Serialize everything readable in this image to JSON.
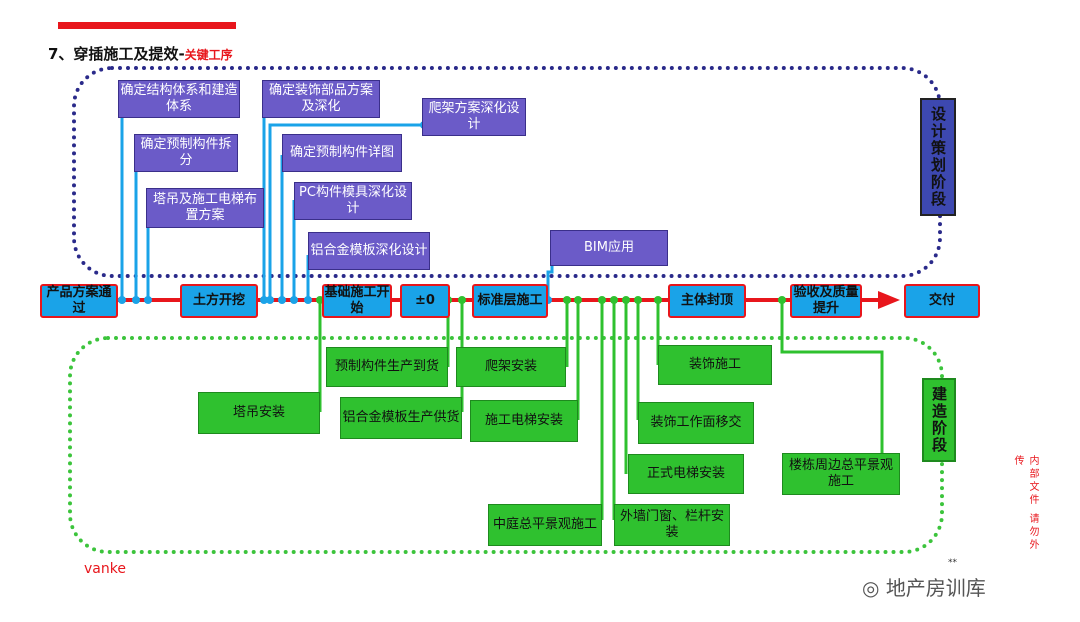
{
  "header": {
    "title": "7、穿插施工及提效-",
    "subtitle": "关键工序"
  },
  "stages": {
    "design": "设计策划阶段",
    "build": "建造阶段"
  },
  "milestones": [
    "产品方案通过",
    "土方开挖",
    "基础施工开始",
    "±0",
    "标准层施工",
    "主体封顶",
    "验收及质量提升",
    "交付"
  ],
  "design_tasks": [
    "确定结构体系和建造体系",
    "确定预制构件拆分",
    "塔吊及施工电梯布置方案",
    "确定装饰部品方案及深化",
    "确定预制构件详图",
    "PC构件模具深化设计",
    "铝合金模板深化设计",
    "爬架方案深化设计",
    "BIM应用"
  ],
  "build_tasks": [
    "塔吊安装",
    "预制构件生产到货",
    "铝合金模板生产供货",
    "爬架安装",
    "施工电梯安装",
    "中庭总平景观施工",
    "外墙门窗、栏杆安装",
    "装饰施工",
    "装饰工作面移交",
    "正式电梯安装",
    "楼栋周边总平景观施工"
  ],
  "footer": {
    "brand": "vanke",
    "note": "内部文件 请勿外传",
    "page": "**",
    "watermark": "地产房训库"
  },
  "colors": {
    "timeline": "#e8161c",
    "design": "#6b5bc8",
    "build": "#2fc12f",
    "milestone": "#1aa3e8",
    "connector_design": "#1aa3e8",
    "connector_build": "#2fc12f"
  }
}
